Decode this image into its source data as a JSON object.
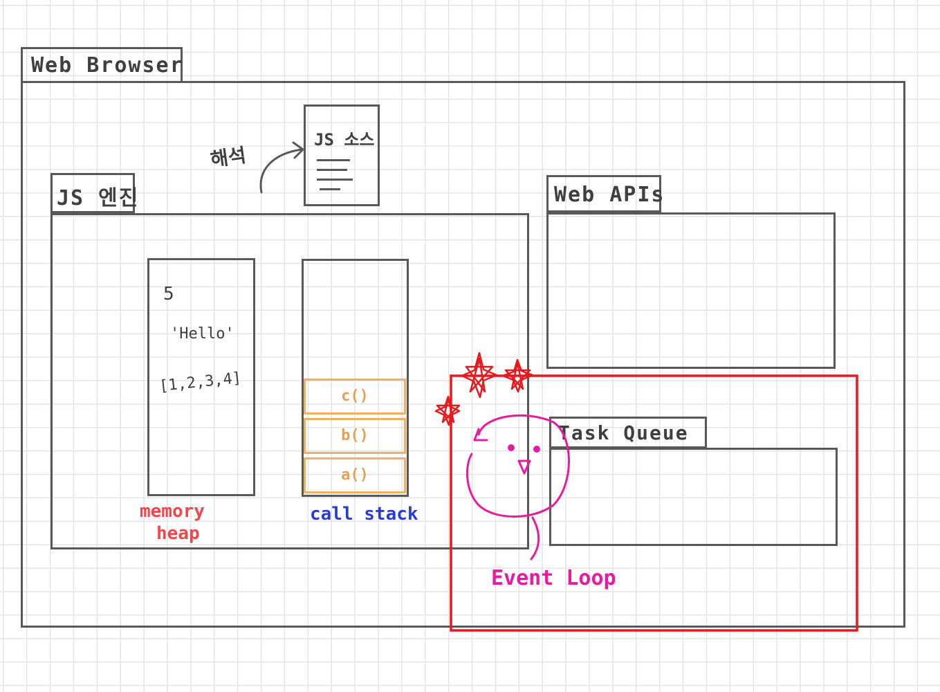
{
  "browser": {
    "label": "Web Browser"
  },
  "js_source": {
    "label": "JS 소스",
    "annotation": "해석"
  },
  "engine": {
    "label": "JS 엔진"
  },
  "memory_heap": {
    "items": [
      "5",
      "'Hello'",
      "[1,2,3,4]"
    ],
    "caption_line1": "memory",
    "caption_line2": "heap"
  },
  "call_stack": {
    "frames": [
      "c()",
      "b()",
      "a()"
    ],
    "caption": "call stack"
  },
  "web_apis": {
    "label": "Web APIs"
  },
  "task_queue": {
    "label": "Task Queue"
  },
  "event_loop": {
    "label": "Event Loop"
  },
  "colors": {
    "box_stroke": "#585858",
    "heap_caption": "#f04848",
    "stack_caption": "#2a3ad8",
    "stack_frame": "#f0b060",
    "highlight": "#e8181c",
    "event_loop": "#e81aa0"
  }
}
